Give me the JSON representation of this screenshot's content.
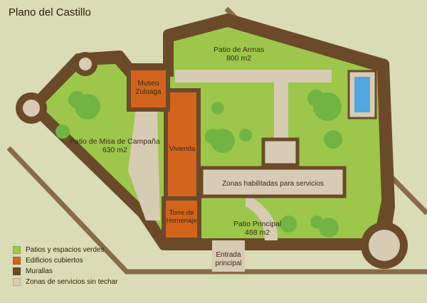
{
  "title": "Plano del Castillo",
  "areas": {
    "patio_armas": {
      "name": "Patio de Armas",
      "size": "800 m2"
    },
    "patio_misa": {
      "name": "Patio de Misa de Campaña",
      "size": "630 m2"
    },
    "patio_principal": {
      "name": "Patio Principal",
      "size": "468 m2"
    },
    "museo": {
      "line1": "Museo",
      "line2": "Zuloaga"
    },
    "vivienda": "Vivienda",
    "torre": {
      "line1": "Torre de",
      "line2": "Homenaje"
    },
    "zonas_servicios": "Zonas habilitadas para servicios",
    "entrada": {
      "line1": "Entrada",
      "line2": "principal"
    }
  },
  "legend": [
    {
      "label": "Patios y espacios verdes",
      "color": "#9cc74a",
      "icon": "green-square"
    },
    {
      "label": "Edificios cubiertos",
      "color": "#d2641c",
      "icon": "orange-square"
    },
    {
      "label": "Murallas",
      "color": "#6b4a2a",
      "icon": "brown-square"
    },
    {
      "label": "Zonas de servicios sin techar",
      "color": "#d8cbb3",
      "icon": "beige-square"
    }
  ],
  "colors": {
    "background": "#d9dcb6",
    "wall": "#6b4a2a",
    "green": "#9cc74a",
    "tree": "#72b443",
    "building": "#d2641c",
    "service": "#d8cbb3",
    "water": "#4fa8e0"
  }
}
